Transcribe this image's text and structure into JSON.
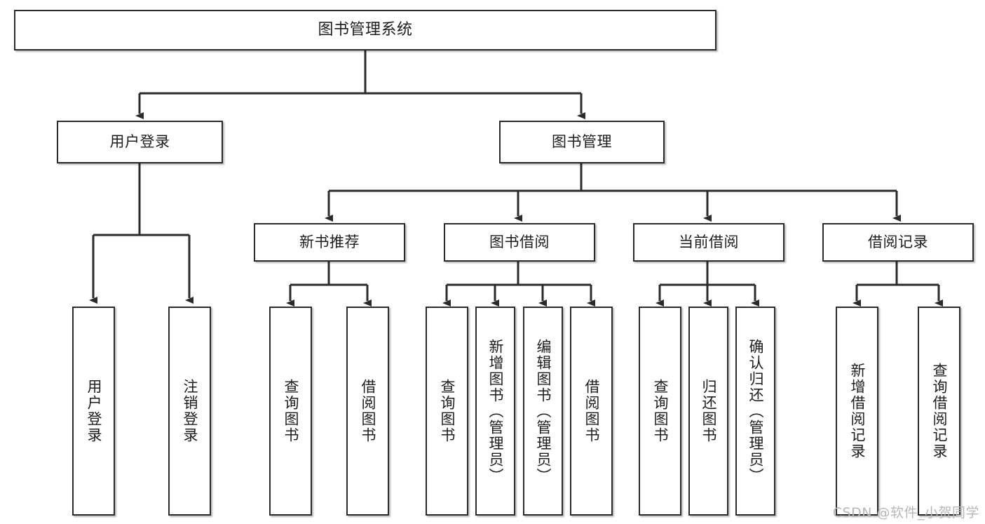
{
  "diagram": {
    "title": "图书管理系统",
    "type": "tree",
    "orientation": "top-down",
    "colors": {
      "node_border": "#2b2b2b",
      "node_fill": "#ffffff",
      "edge": "#2b2b2b",
      "background": "#ffffff",
      "watermark": "#b8b8b8"
    },
    "watermark": "CSDN @软件_小贺同学"
  },
  "nodes": {
    "root": {
      "label": "图书管理系统"
    },
    "level1": [
      {
        "label": "用户登录"
      },
      {
        "label": "图书管理"
      }
    ],
    "level2": [
      {
        "label": "新书推荐"
      },
      {
        "label": "图书借阅"
      },
      {
        "label": "当前借阅"
      },
      {
        "label": "借阅记录"
      }
    ],
    "leaves": {
      "user_login": [
        {
          "label": "用户登录"
        },
        {
          "label": "注销登录"
        }
      ],
      "new_book": [
        {
          "label": "查询图书"
        },
        {
          "label": "借阅图书"
        }
      ],
      "book_borrow": [
        {
          "label": "查询图书"
        },
        {
          "label": "新增图书（管理员）"
        },
        {
          "label": "编辑图书（管理员）"
        },
        {
          "label": "借阅图书"
        }
      ],
      "current_borrow": [
        {
          "label": "查询图书"
        },
        {
          "label": "归还图书"
        },
        {
          "label": "确认归还（管理员）"
        }
      ],
      "borrow_record": [
        {
          "label": "新增借阅记录"
        },
        {
          "label": "查询借阅记录"
        }
      ]
    }
  },
  "chart_data": {
    "type": "table",
    "title": "图书管理系统功能结构",
    "tree": {
      "name": "图书管理系统",
      "children": [
        {
          "name": "用户登录",
          "children": [
            {
              "name": "用户登录"
            },
            {
              "name": "注销登录"
            }
          ]
        },
        {
          "name": "图书管理",
          "children": [
            {
              "name": "新书推荐",
              "children": [
                {
                  "name": "查询图书"
                },
                {
                  "name": "借阅图书"
                }
              ]
            },
            {
              "name": "图书借阅",
              "children": [
                {
                  "name": "查询图书"
                },
                {
                  "name": "新增图书（管理员）"
                },
                {
                  "name": "编辑图书（管理员）"
                },
                {
                  "name": "借阅图书"
                }
              ]
            },
            {
              "name": "当前借阅",
              "children": [
                {
                  "name": "查询图书"
                },
                {
                  "name": "归还图书"
                },
                {
                  "name": "确认归还（管理员）"
                }
              ]
            },
            {
              "name": "借阅记录",
              "children": [
                {
                  "name": "新增借阅记录"
                },
                {
                  "name": "查询借阅记录"
                }
              ]
            }
          ]
        }
      ]
    }
  }
}
